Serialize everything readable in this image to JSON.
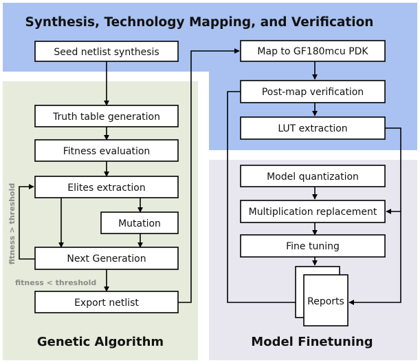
{
  "titles": {
    "top": "Synthesis, Technology Mapping, and Verification",
    "ga": "Genetic Algorithm",
    "ft": "Model Finetuning"
  },
  "ga_steps": {
    "seed": "Seed netlist synthesis",
    "truth": "Truth table generation",
    "fitness": "Fitness evaluation",
    "elites": "Elites extraction",
    "mutation": "Mutation",
    "next": "Next Generation",
    "export": "Export netlist"
  },
  "synth_steps": {
    "map": "Map to GF180mcu PDK",
    "verify": "Post-map verification",
    "lut": "LUT extraction"
  },
  "ft_steps": {
    "quant": "Model quantization",
    "mult": "Multiplication replacement",
    "tune": "Fine tuning",
    "reports": "Reports"
  },
  "loop_labels": {
    "above": "fitness > threshold",
    "below": "fitness < threshold"
  },
  "colors": {
    "synthesis_panel": "#a9c2f2",
    "ga_panel": "#e7ebdb",
    "ft_panel": "#e8e7f0",
    "fitness_label": "#8a8a8a"
  }
}
